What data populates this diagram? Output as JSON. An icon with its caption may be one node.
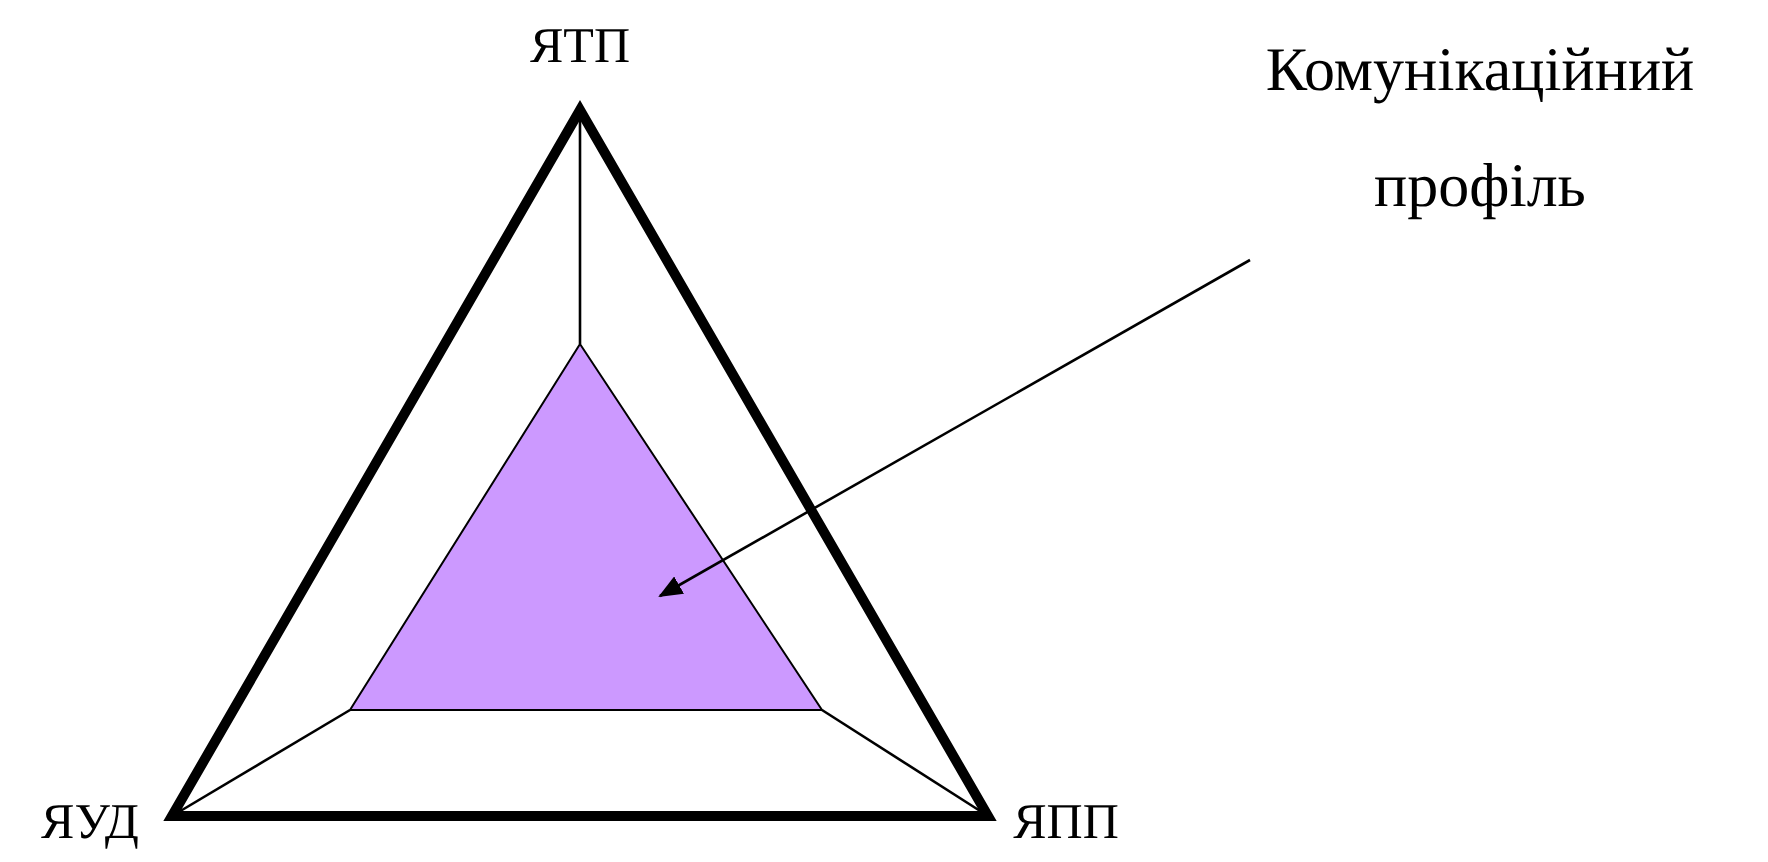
{
  "diagram": {
    "nodes": [
      {
        "text": [
          "Комунікаційний профіль"
        ]
      },
      {
        "text": [],
        "shape": "triangle"
      }
    ],
    "edges": [
      {
        "from": 0,
        "to": 1,
        "arrow": "to"
      }
    ],
    "labels": [
      "ЯТП",
      "ЯУД",
      "ЯПП"
    ]
  }
}
